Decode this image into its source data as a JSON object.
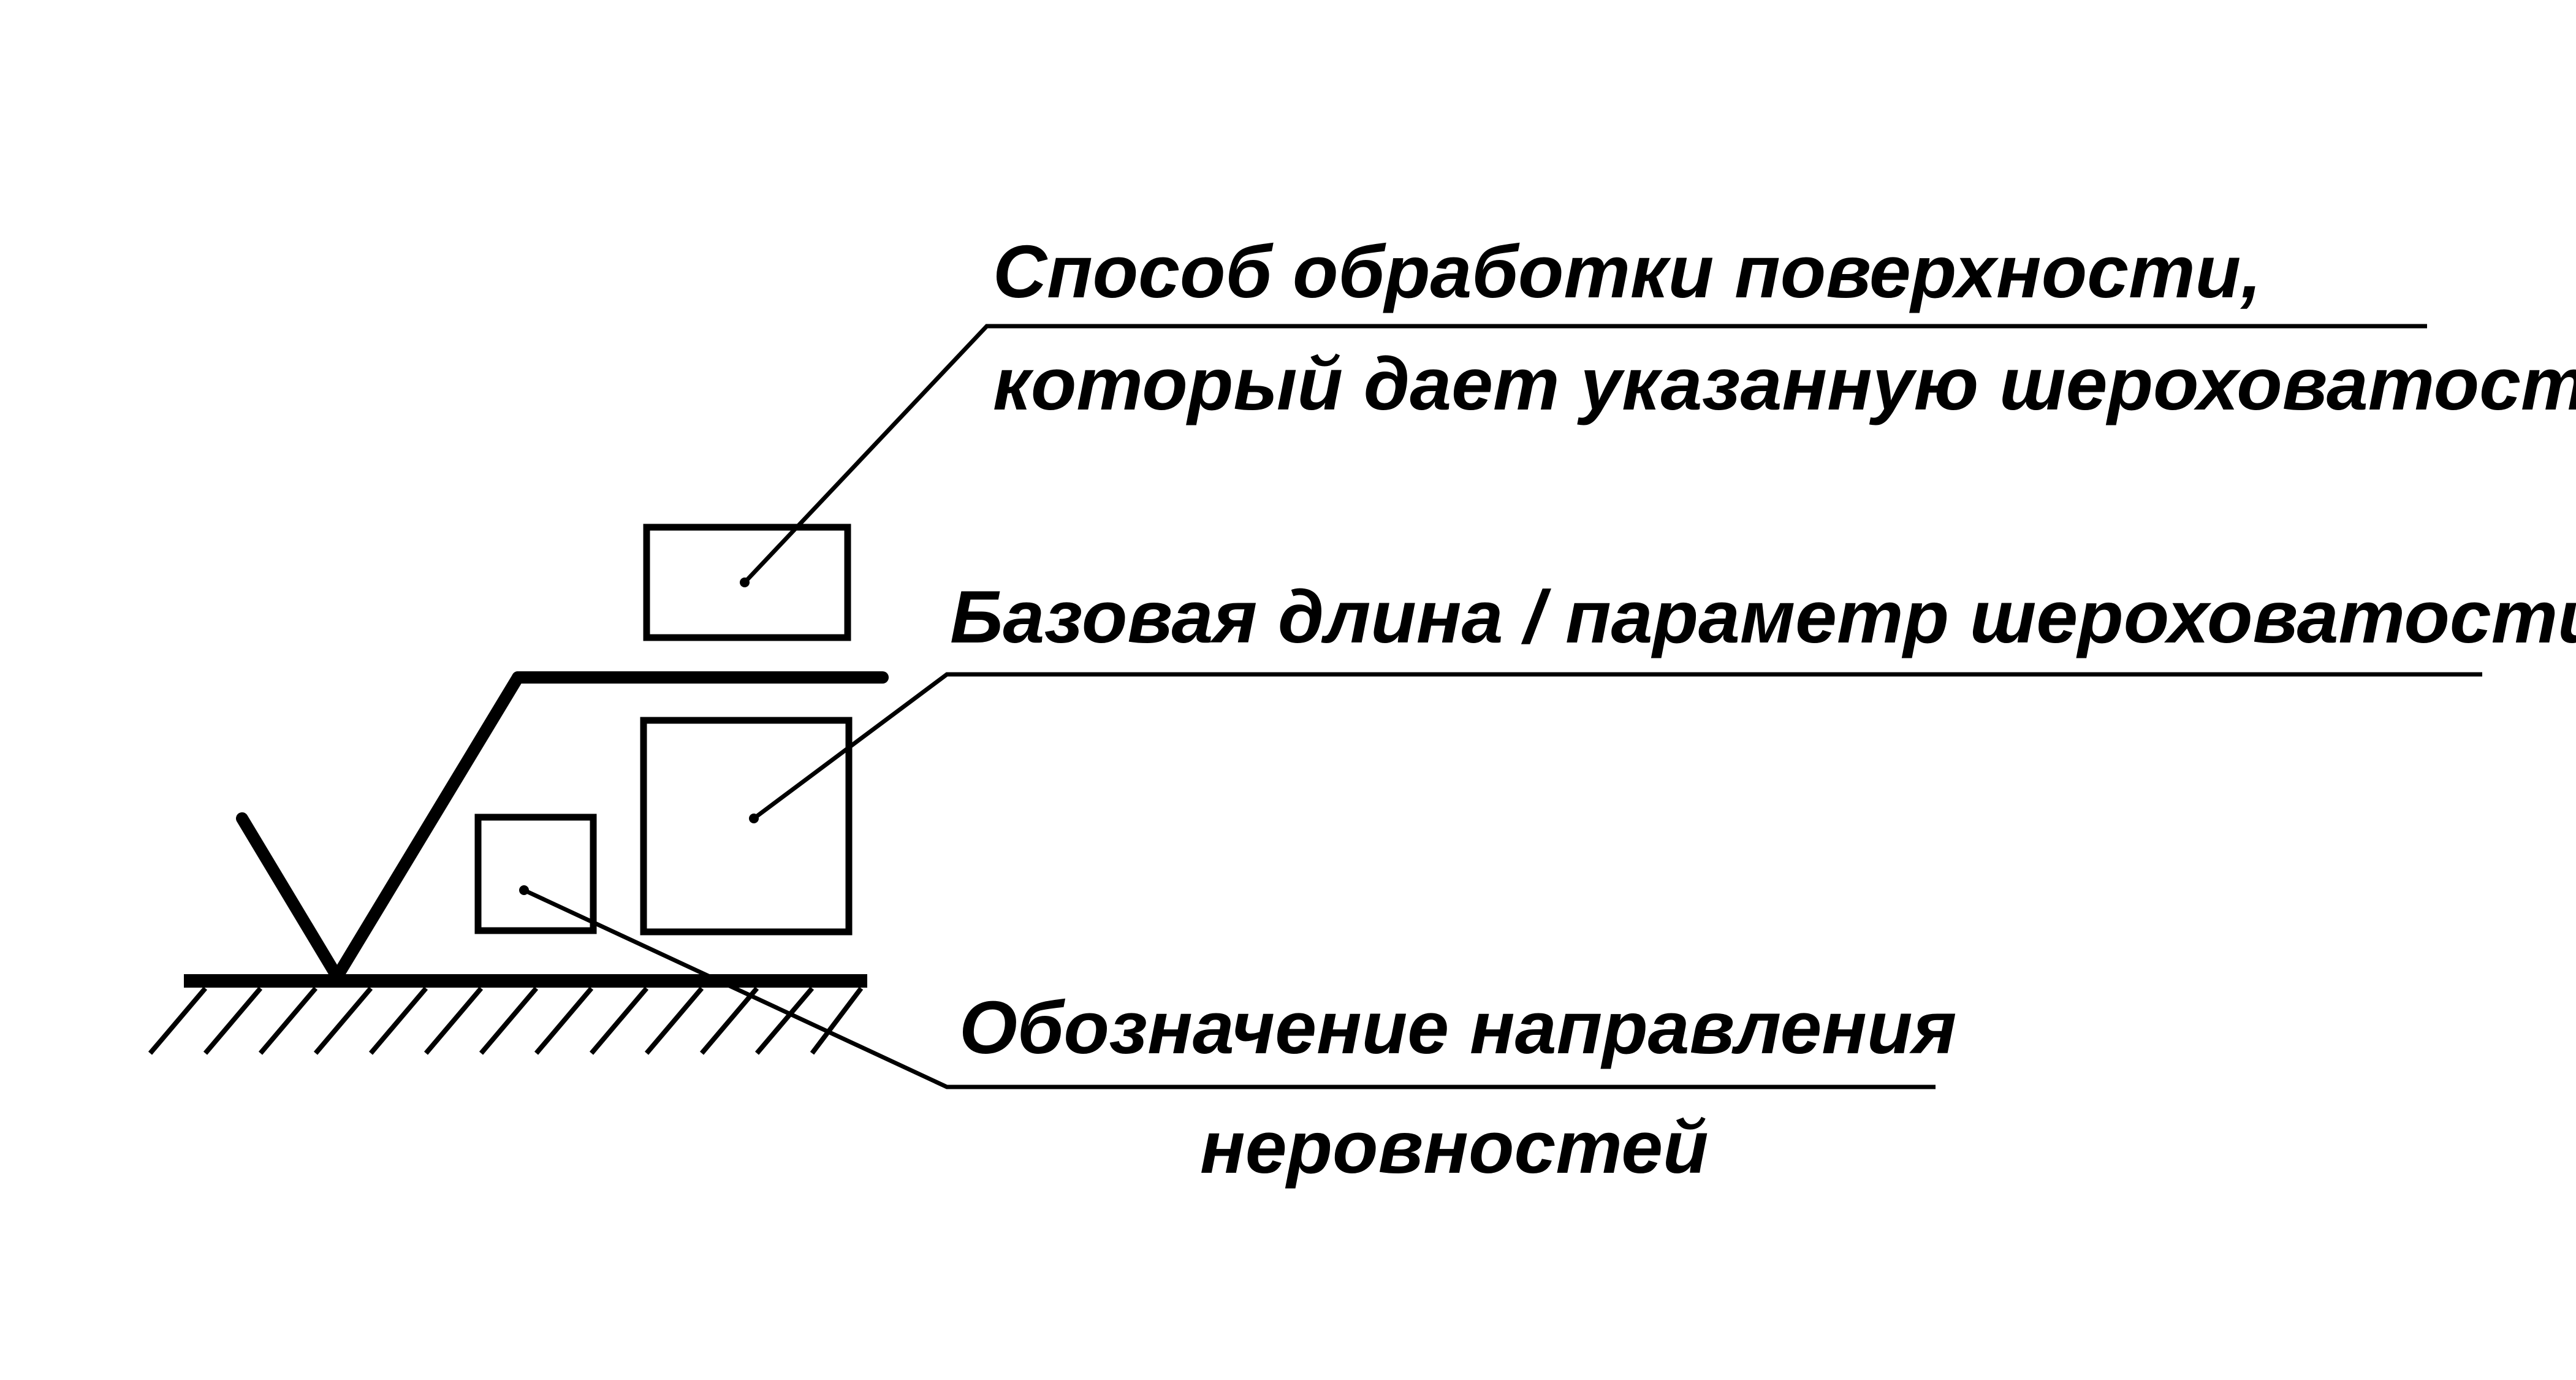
{
  "labels": {
    "processing_line1": "Способ обработки поверхности,",
    "processing_line2": "который дает указанную шероховатость",
    "base_length": "Базовая длина / параметр шероховатости",
    "direction_line1": "Обозначение направления",
    "direction_line2": "неровностей"
  },
  "colors": {
    "ink": "#000000",
    "background": "#ffffff"
  }
}
